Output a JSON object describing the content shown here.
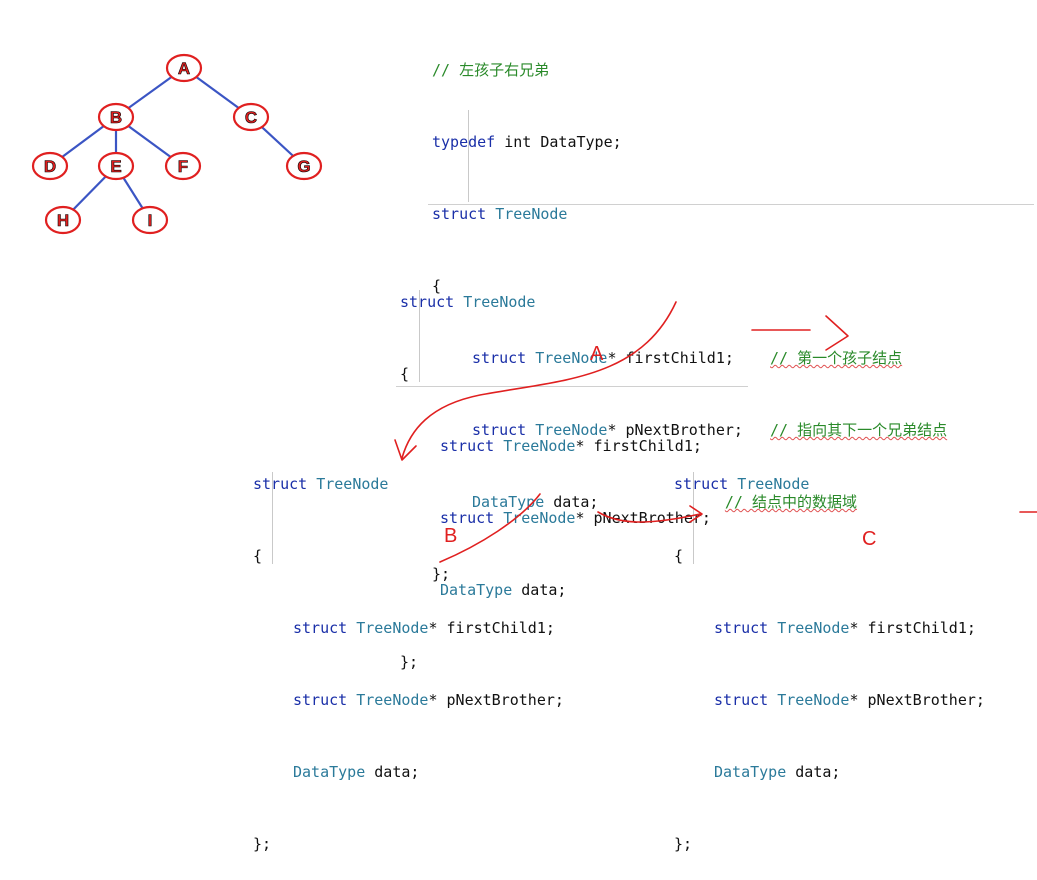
{
  "tree": {
    "nodes": [
      {
        "id": "A",
        "label": "A"
      },
      {
        "id": "B",
        "label": "B"
      },
      {
        "id": "C",
        "label": "C"
      },
      {
        "id": "D",
        "label": "D"
      },
      {
        "id": "E",
        "label": "E"
      },
      {
        "id": "F",
        "label": "F"
      },
      {
        "id": "G",
        "label": "G"
      },
      {
        "id": "H",
        "label": "H"
      },
      {
        "id": "I",
        "label": "I"
      }
    ],
    "edges": [
      [
        "A",
        "B"
      ],
      [
        "A",
        "C"
      ],
      [
        "B",
        "D"
      ],
      [
        "B",
        "E"
      ],
      [
        "B",
        "F"
      ],
      [
        "C",
        "G"
      ],
      [
        "E",
        "H"
      ],
      [
        "E",
        "I"
      ]
    ]
  },
  "top_code": {
    "comment": "// 左孩子右兄弟",
    "typedef_kw": "typedef",
    "typedef_rest": " int DataType;",
    "struct_kw": "struct",
    "struct_name": " TreeNode",
    "open": "{",
    "f1_kw": "struct",
    "f1_type": " TreeNode",
    "f1_rest": "* firstChild1;",
    "f1_cm": "// 第一个孩子结点",
    "f2_kw": "struct",
    "f2_type": " TreeNode",
    "f2_rest": "* pNextBrother;",
    "f2_cm": "// 指向其下一个兄弟结点",
    "f3_type": "DataType",
    "f3_rest": " data;",
    "f3_cm": "// 结点中的数据域",
    "close": "};"
  },
  "node_blocks": [
    {
      "marker": "A"
    },
    {
      "marker": "B"
    },
    {
      "marker": "C"
    }
  ],
  "block_code": {
    "struct_kw": "struct",
    "struct_name": " TreeNode",
    "open": "{",
    "f1_kw": "struct",
    "f1_type": " TreeNode",
    "f1_rest": "* firstChild1;",
    "f2_kw": "struct",
    "f2_type": " TreeNode",
    "f2_rest": "* pNextBrother;",
    "f3_type": "DataType",
    "f3_rest": " data;",
    "close": "};"
  },
  "colors": {
    "node_stroke": "#e02020",
    "edge": "#3b55c4",
    "arrow": "#e02020",
    "keyword": "#1a2fa8",
    "type": "#2b7a9a",
    "comment": "#2a8a2a"
  }
}
